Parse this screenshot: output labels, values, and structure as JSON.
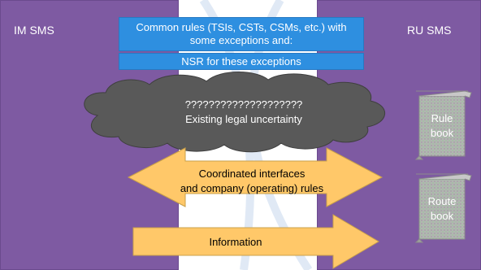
{
  "panels": {
    "im_label": "IM SMS",
    "ru_label": "RU SMS"
  },
  "common_rules": {
    "line1": "Common rules (TSIs, CSTs, CSMs, etc.) with",
    "line2": "some exceptions and:"
  },
  "nsr": "NSR for these exceptions",
  "cloud": {
    "line1": "????????????????????",
    "line2": "Existing legal uncertainty"
  },
  "coordinated": {
    "line1": "Coordinated interfaces",
    "line2": "and company (operating) rules"
  },
  "information": "Information",
  "rule_book": {
    "line1": "Rule",
    "line2": "book"
  },
  "route_book": {
    "line1": "Route",
    "line2": "book"
  },
  "colors": {
    "panel": "#7e5aa2",
    "box": "#2e8fe0",
    "cloud": "#595959",
    "arrow": "#ffc869",
    "scroll": "#b0b0b0"
  }
}
